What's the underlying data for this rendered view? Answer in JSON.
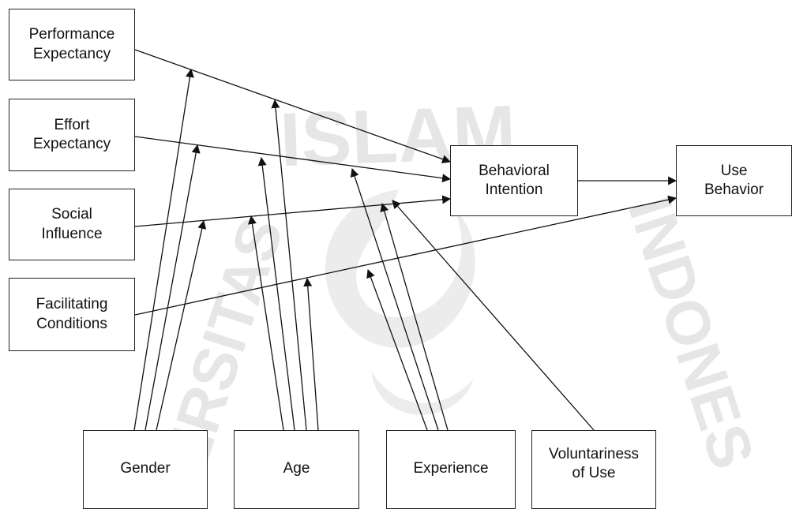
{
  "nodes": {
    "performance_expectancy": "Performance\nExpectancy",
    "effort_expectancy": "Effort\nExpectancy",
    "social_influence": "Social\nInfluence",
    "facilitating_conditions": "Facilitating\nConditions",
    "behavioral_intention": "Behavioral\nIntention",
    "use_behavior": "Use\nBehavior",
    "gender": "Gender",
    "age": "Age",
    "experience": "Experience",
    "voluntariness_of_use": "Voluntariness\nof Use"
  },
  "watermark": {
    "text": "ISLAM",
    "left_text": "VERSITAS",
    "right_text": "INDONES"
  },
  "edges": [
    {
      "from": "performance_expectancy",
      "to": "behavioral_intention"
    },
    {
      "from": "effort_expectancy",
      "to": "behavioral_intention"
    },
    {
      "from": "social_influence",
      "to": "behavioral_intention"
    },
    {
      "from": "facilitating_conditions",
      "to": "use_behavior"
    },
    {
      "from": "behavioral_intention",
      "to": "use_behavior"
    }
  ],
  "moderators": [
    {
      "from": "gender",
      "moderates": "performance_expectancy"
    },
    {
      "from": "gender",
      "moderates": "effort_expectancy"
    },
    {
      "from": "gender",
      "moderates": "social_influence"
    },
    {
      "from": "age",
      "moderates": "performance_expectancy"
    },
    {
      "from": "age",
      "moderates": "effort_expectancy"
    },
    {
      "from": "age",
      "moderates": "social_influence"
    },
    {
      "from": "age",
      "moderates": "facilitating_conditions"
    },
    {
      "from": "experience",
      "moderates": "effort_expectancy"
    },
    {
      "from": "experience",
      "moderates": "social_influence"
    },
    {
      "from": "experience",
      "moderates": "facilitating_conditions"
    },
    {
      "from": "voluntariness_of_use",
      "moderates": "social_influence"
    }
  ],
  "colors": {
    "line": "#111111",
    "box_border": "#222222",
    "watermark": "#ececec"
  }
}
